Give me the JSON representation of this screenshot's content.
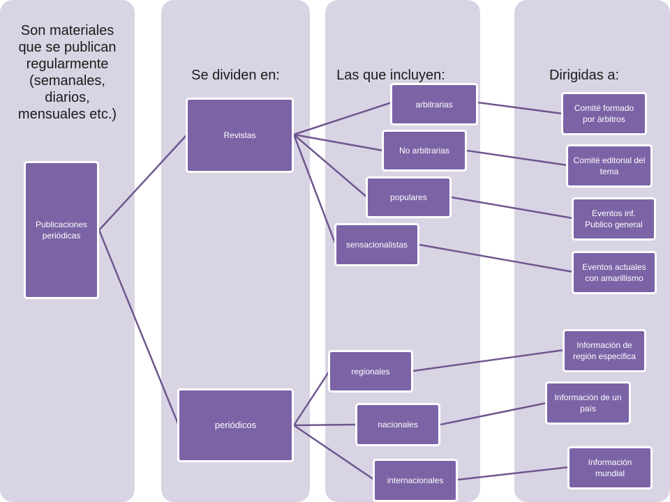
{
  "lanes": {
    "col1": {
      "title": "Son materiales que se publican regularmente (semanales, diarios, mensuales etc.)"
    },
    "col2": {
      "title": "Se dividen en:"
    },
    "col3": {
      "title": "Las que incluyen:"
    },
    "col4": {
      "title": "Dirigidas a:"
    }
  },
  "nodes": {
    "root": "Publicaciones periódicas",
    "revistas": "Revistas",
    "periodicos": "periódicos",
    "arbitrarias": "arbitrarias",
    "no_arbitrarias": "No arbitrarias",
    "populares": "populares",
    "sensacionalistas": "sensacionalistas",
    "regionales": "regionales",
    "nacionales": "nacionales",
    "internacionales": "internacionales",
    "t_arbitrarias": "Comité formado por árbitros",
    "t_no_arbitrarias": "Comité editorial del tema",
    "t_populares": "Eventos inf. Publico general",
    "t_sensacionalistas": "Eventos actuales con amarillismo",
    "t_regionales": "Información de región especifica",
    "t_nacionales": "Información de un país",
    "t_internacionales": "Información mundial"
  },
  "colors": {
    "lane_background": "#d9d4e3",
    "node_fill": "#7b63a6",
    "node_border": "#ffffff",
    "connector": "#6f568f"
  }
}
